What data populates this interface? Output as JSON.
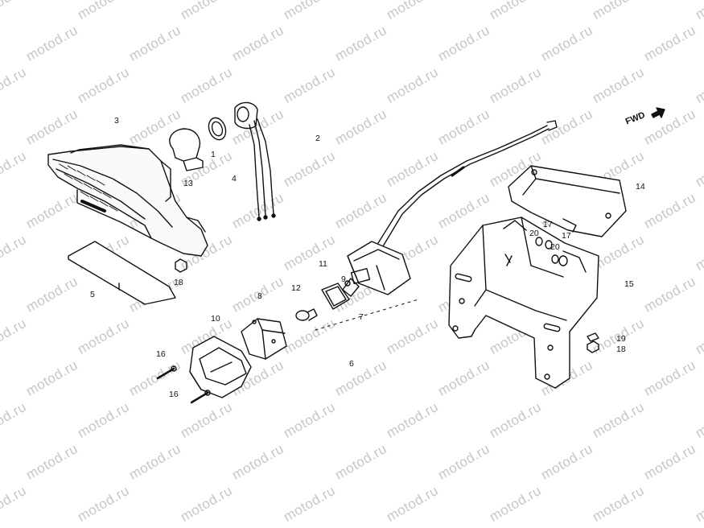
{
  "diagram": {
    "watermark_text": "motod.ru",
    "direction_label": "FWD",
    "callouts": [
      "1",
      "2",
      "3",
      "4",
      "5",
      "6",
      "7",
      "8",
      "9",
      "10",
      "11",
      "12",
      "13",
      "14",
      "15",
      "16",
      "16",
      "17",
      "17",
      "18",
      "18",
      "19",
      "20",
      "20"
    ]
  }
}
